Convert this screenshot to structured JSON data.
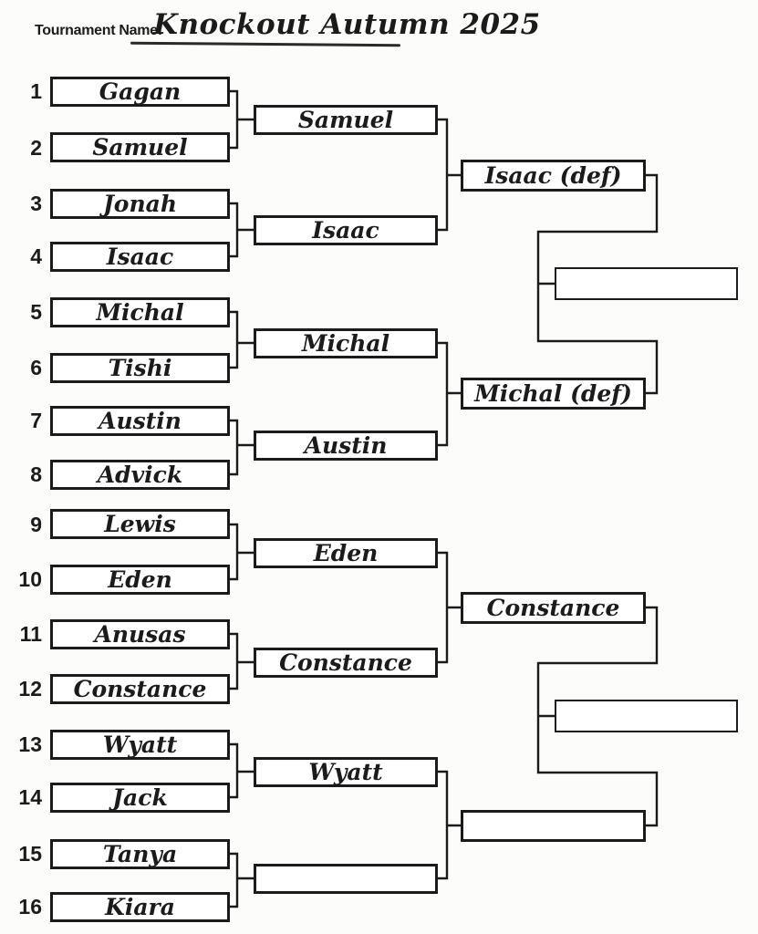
{
  "header": {
    "label": "Tournament Name:",
    "title": "Knockout Autumn 2025"
  },
  "bracket": {
    "round1": [
      {
        "seed": "1",
        "name": "Gagan"
      },
      {
        "seed": "2",
        "name": "Samuel"
      },
      {
        "seed": "3",
        "name": "Jonah"
      },
      {
        "seed": "4",
        "name": "Isaac"
      },
      {
        "seed": "5",
        "name": "Michal"
      },
      {
        "seed": "6",
        "name": "Tishi"
      },
      {
        "seed": "7",
        "name": "Austin"
      },
      {
        "seed": "8",
        "name": "Advick"
      },
      {
        "seed": "9",
        "name": "Lewis"
      },
      {
        "seed": "10",
        "name": "Eden"
      },
      {
        "seed": "11",
        "name": "Anusas"
      },
      {
        "seed": "12",
        "name": "Constance"
      },
      {
        "seed": "13",
        "name": "Wyatt"
      },
      {
        "seed": "14",
        "name": "Jack"
      },
      {
        "seed": "15",
        "name": "Tanya"
      },
      {
        "seed": "16",
        "name": "Kiara"
      }
    ],
    "round2": [
      {
        "name": "Samuel"
      },
      {
        "name": "Isaac"
      },
      {
        "name": "Michal"
      },
      {
        "name": "Austin"
      },
      {
        "name": "Eden"
      },
      {
        "name": "Constance"
      },
      {
        "name": "Wyatt"
      },
      {
        "name": ""
      }
    ],
    "semifinals": [
      {
        "name": "Isaac (def)"
      },
      {
        "name": "Michal (def)"
      },
      {
        "name": "Constance"
      },
      {
        "name": ""
      }
    ],
    "finals": [
      {
        "name": ""
      },
      {
        "name": ""
      }
    ]
  },
  "colors": {
    "ink": "#1b1b1b",
    "paper": "#fcfcfb"
  }
}
